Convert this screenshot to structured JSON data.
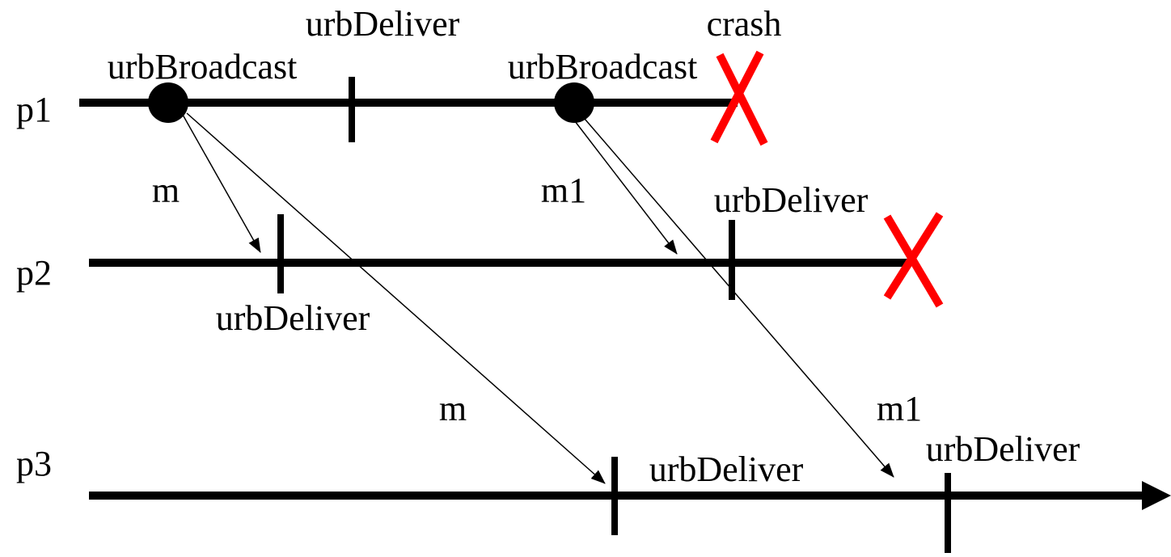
{
  "processes": [
    {
      "label": "p1"
    },
    {
      "label": "p2"
    },
    {
      "label": "p3"
    }
  ],
  "events": {
    "p1_broadcast_1": "urbBroadcast",
    "p1_deliver": "urbDeliver",
    "p1_broadcast_2": "urbBroadcast",
    "p1_crash": "crash",
    "p2_deliver_1": "urbDeliver",
    "p2_deliver_2": "urbDeliver",
    "p3_deliver_1": "urbDeliver",
    "p3_deliver_2": "urbDeliver"
  },
  "messages": {
    "m_to_p2": "m",
    "m1_to_p2": "m1",
    "m_to_p3": "m",
    "m1_to_p3": "m1"
  },
  "colors": {
    "line": "#000000",
    "crash": "#ff0000"
  }
}
